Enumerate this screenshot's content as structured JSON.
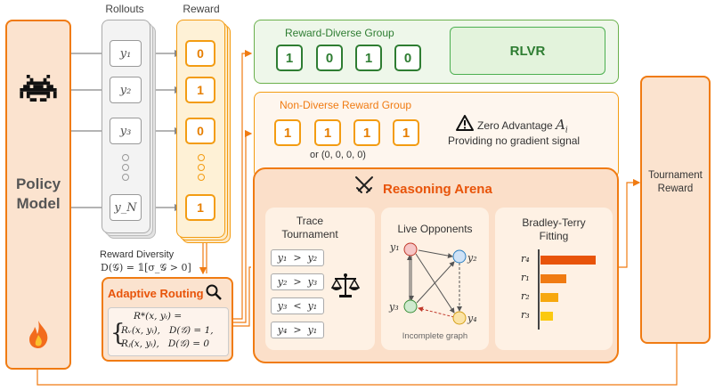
{
  "policy": {
    "title_line1": "Policy",
    "title_line2": "Model"
  },
  "rollouts": {
    "header": "Rollouts",
    "items": [
      "y₁",
      "y₂",
      "y₃",
      "y_N"
    ]
  },
  "reward": {
    "header": "Reward",
    "values": [
      "0",
      "1",
      "0",
      "1"
    ]
  },
  "diversity": {
    "label": "Reward Diversity",
    "formula": "D(𝒢) = 𝟙[σ_𝒢 > 0]"
  },
  "diverse_group": {
    "title": "Reward-Diverse Group",
    "chips": [
      "1",
      "0",
      "1",
      "0"
    ],
    "method": "RLVR"
  },
  "nondiverse_group": {
    "title": "Non-Diverse Reward Group",
    "chips": [
      "1",
      "1",
      "1",
      "1"
    ],
    "alt": "or (0, 0, 0, 0)",
    "warning_line1": "Zero Advantage",
    "warning_symbol": "A",
    "warning_sub": "i",
    "warning_line2": "Providing no gradient signal"
  },
  "arena": {
    "title": "Reasoning Arena",
    "trace": {
      "title_line1": "Trace",
      "title_line2": "Tournament",
      "comparisons": [
        "y₁  >  y₂",
        "y₂  >  y₃",
        "y₃  <  y₁",
        "y₄  >  y₁"
      ]
    },
    "opponents": {
      "title": "Live Opponents",
      "nodes": [
        "y₁",
        "y₂",
        "y₃",
        "y₄"
      ],
      "caption": "Incomplete graph"
    },
    "bt": {
      "title_line1": "Bradley-Terry",
      "title_line2": "Fitting",
      "labels": [
        "r₄",
        "r₁",
        "r₂",
        "r₃"
      ],
      "values": [
        1.0,
        0.47,
        0.33,
        0.23
      ],
      "colors": [
        "#e8540a",
        "#f07b12",
        "#f7a80e",
        "#fbc910"
      ]
    }
  },
  "routing": {
    "title": "Adaptive Routing",
    "line1": "R*(x, yᵢ) =",
    "line2": "Rᵥ(x, yᵢ),   D(𝒢) = 1,",
    "line3": "Rⱼ(x, yᵢ),   D(𝒢) = 0"
  },
  "tournament_reward": {
    "line1": "Tournament",
    "line2": "Reward"
  },
  "colors": {
    "green": "#2e7d32",
    "orange": "#f39c12",
    "peach": "#fde8d6",
    "deep_orange": "#f07b12"
  }
}
